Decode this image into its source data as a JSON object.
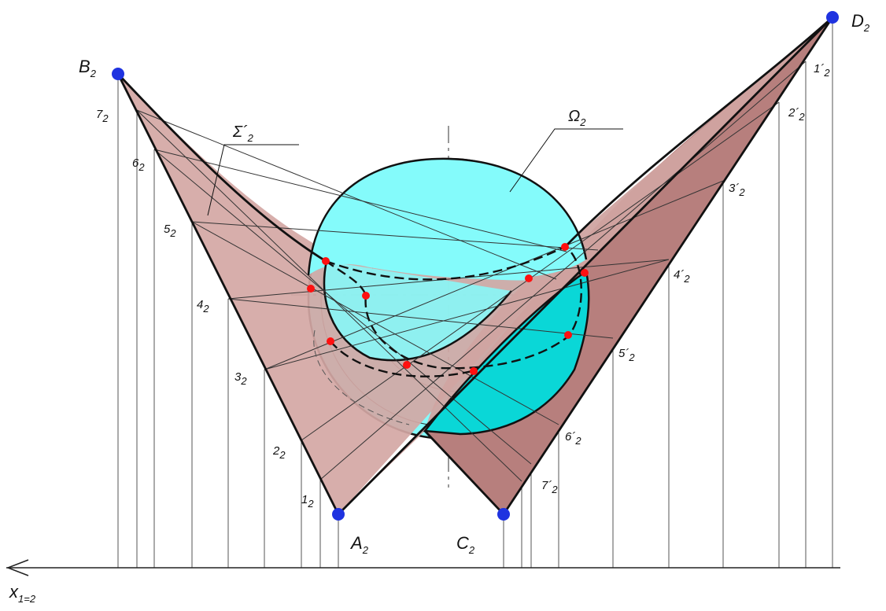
{
  "colors": {
    "surface_light": "#d4a7a4",
    "surface_dark": "#b77f7d",
    "sphere": "#84fbfb",
    "sphere_dark": "#0ad7d7",
    "point": "#1f33e0",
    "intersection": "#ff1010",
    "line": "#111111"
  },
  "labels": {
    "B2": {
      "main": "B",
      "sub": "2"
    },
    "D2": {
      "main": "D",
      "sub": "2"
    },
    "A2": {
      "main": "A",
      "sub": "2"
    },
    "C2": {
      "main": "C",
      "sub": "2"
    },
    "sigma": {
      "main": "Σ´",
      "sub": "2"
    },
    "omega": {
      "main": "Ω",
      "sub": "2"
    },
    "axis": {
      "main": "x",
      "sub": "1=2"
    }
  },
  "left_points": [
    {
      "main": "7",
      "sub": "2"
    },
    {
      "main": "6",
      "sub": "2"
    },
    {
      "main": "5",
      "sub": "2"
    },
    {
      "main": "4",
      "sub": "2"
    },
    {
      "main": "3",
      "sub": "2"
    },
    {
      "main": "2",
      "sub": "2"
    },
    {
      "main": "1",
      "sub": "2"
    }
  ],
  "right_points": [
    {
      "main": "1´",
      "sub": "2"
    },
    {
      "main": "2´",
      "sub": "2"
    },
    {
      "main": "3´",
      "sub": "2"
    },
    {
      "main": "4´",
      "sub": "2"
    },
    {
      "main": "5´",
      "sub": "2"
    },
    {
      "main": "6´",
      "sub": "2"
    },
    {
      "main": "7´",
      "sub": "2"
    }
  ]
}
